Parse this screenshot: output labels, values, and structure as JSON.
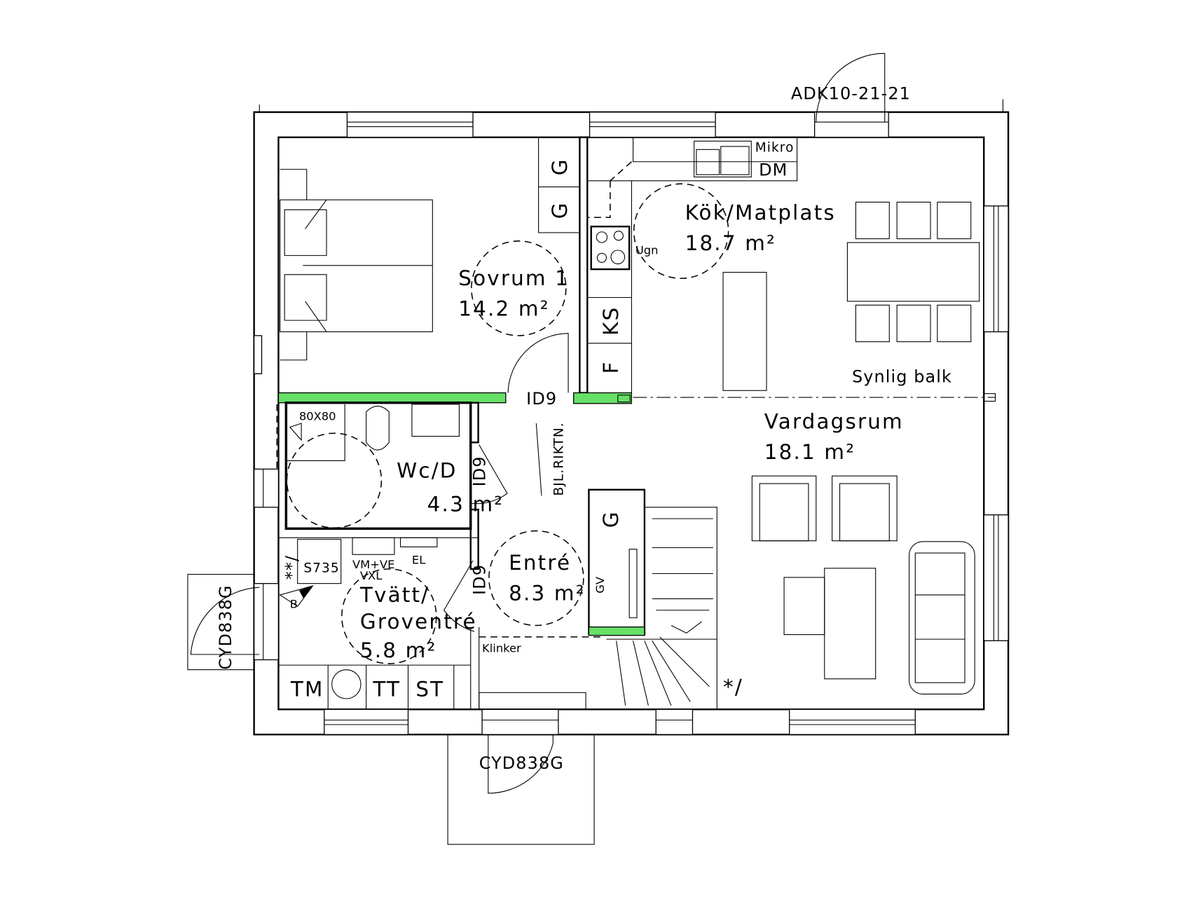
{
  "title": "Floor plan",
  "colors": {
    "load_bearing_wall": "#66e066",
    "line": "#000000",
    "background": "#ffffff"
  },
  "doors": {
    "top": "ADK10-21-21",
    "left": "CYD838G",
    "bottom": "CYD838G",
    "interior": "ID9"
  },
  "rooms": {
    "kitchen": {
      "name": "Kök/Matplats",
      "area": "18.7 m²"
    },
    "bedroom": {
      "name": "Sovrum 1",
      "area": "14.2 m²"
    },
    "living": {
      "name": "Vardagsrum",
      "area": "18.1 m²"
    },
    "wc": {
      "name": "Wc/D",
      "area": "4.3 m²"
    },
    "laundry": {
      "name_line1": "Tvätt/",
      "name_line2": "Groventré",
      "area": "5.8 m²"
    },
    "entry": {
      "name": "Entré",
      "area": "8.3 m²"
    }
  },
  "labels": {
    "mikro": "Mikro",
    "dm": "DM",
    "ugn": "Ugn",
    "wardrobe": "G",
    "ks": "KS",
    "f": "F",
    "beam": "Synlig balk",
    "shower": "80X80",
    "bjl": "BJL.RIKTN.",
    "s735": "S735",
    "vmve": "VM+VE",
    "vxl": "VXL",
    "el": "EL",
    "stars": "**/",
    "b": "B",
    "gv": "GV",
    "klinker": "Klinker",
    "tm": "TM",
    "tt": "TT",
    "st": "ST",
    "star_stair": "*/"
  }
}
